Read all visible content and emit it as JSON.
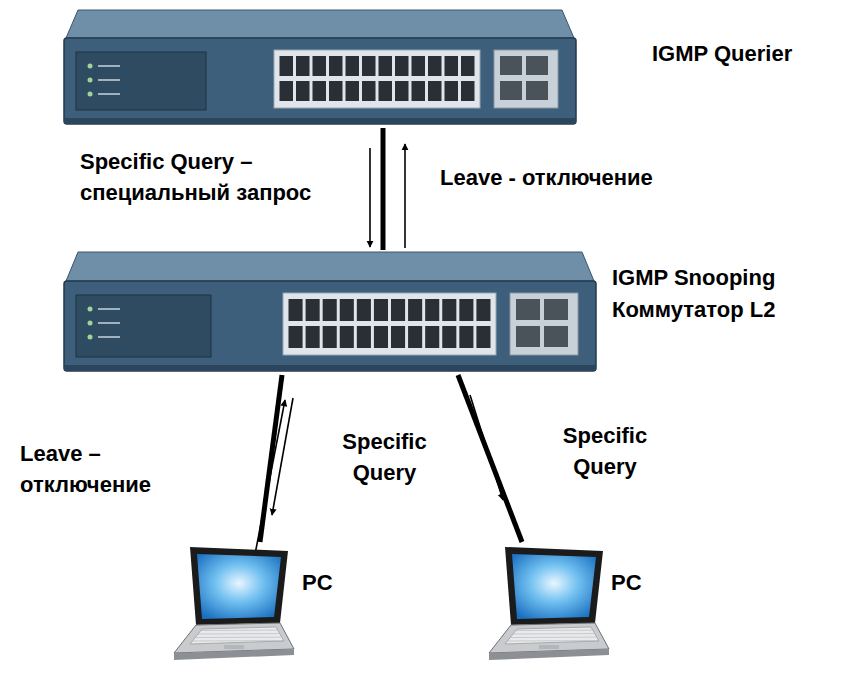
{
  "diagram": {
    "nodes": [
      {
        "text": [
          "IGMP Querier"
        ]
      },
      {
        "text": [
          "IGMP Snooping Коммутатор L2"
        ]
      },
      {
        "text": [
          "PC"
        ]
      },
      {
        "text": [
          "PC"
        ]
      }
    ],
    "edges": [
      {
        "from": 0,
        "to": 1,
        "arrow": "none"
      },
      {
        "from": 1,
        "to": 0,
        "arrow": "to",
        "label": "Leave - отключение"
      },
      {
        "from": 0,
        "to": 1,
        "arrow": "to",
        "label": "Specific Query – специальный запрос"
      },
      {
        "from": 1,
        "to": 2,
        "arrow": "none"
      },
      {
        "from": 2,
        "to": 1,
        "arrow": "to",
        "label": "Leave – отключение"
      },
      {
        "from": 1,
        "to": 2,
        "arrow": "to",
        "label": "Specific Query"
      },
      {
        "from": 1,
        "to": 3,
        "arrow": "none"
      },
      {
        "from": 1,
        "to": 3,
        "arrow": "to",
        "label": "Specific Query"
      }
    ]
  }
}
